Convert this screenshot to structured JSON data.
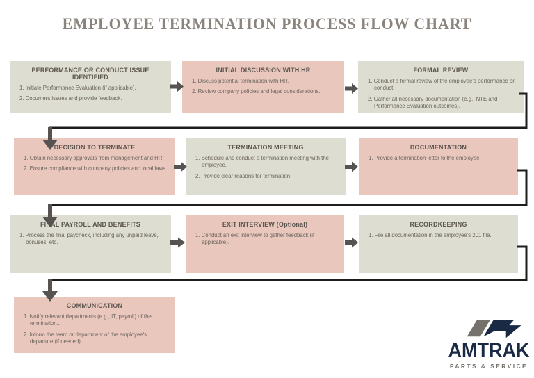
{
  "title": "EMPLOYEE TERMINATION PROCESS FLOW CHART",
  "flow": {
    "boxes": [
      {
        "id": "performance-issue",
        "variant": "beige",
        "title": "PERFORMANCE OR CONDUCT ISSUE IDENTIFIED",
        "items": [
          "1. Initiate Performance Evaluation (if applicable).",
          "2. Document issues and provide feedback."
        ]
      },
      {
        "id": "initial-discussion",
        "variant": "pink",
        "title": "INITIAL DISCUSSION WITH HR",
        "items": [
          "1. Discuss potential termination with HR.",
          "2. Review company policies and legal considerations."
        ]
      },
      {
        "id": "formal-review",
        "variant": "beige",
        "title": "FORMAL REVIEW",
        "items": [
          "1. Conduct a formal review of the employee's performance or conduct.",
          "2. Gather all necessary documentation (e.g., NTE and Performance Evaluation outcomes)."
        ]
      },
      {
        "id": "decision-to-terminate",
        "variant": "pink",
        "title": "DECISION TO TERMINATE",
        "items": [
          "1. Obtain necessary approvals from management and HR.",
          "2. Ensure compliance with company policies and local laws."
        ]
      },
      {
        "id": "termination-meeting",
        "variant": "beige",
        "title": "TERMINATION MEETING",
        "items": [
          "1. Schedule and conduct a termination meeting with the employee.",
          "2. Provide clear reasons for termination."
        ]
      },
      {
        "id": "documentation",
        "variant": "pink",
        "title": "DOCUMENTATION",
        "items": [
          "1. Provide a termination letter to the employee."
        ]
      },
      {
        "id": "final-payroll-and-benefits",
        "variant": "beige",
        "title": "FINAL PAYROLL AND BENEFITS",
        "items": [
          "1. Process the final paycheck, including any unpaid leave, bonuses, etc."
        ]
      },
      {
        "id": "exit-interview",
        "variant": "pink",
        "title": "EXIT INTERVIEW (Optional)",
        "items": [
          "1. Conduct an exit interview to gather feedback (if applicable)."
        ]
      },
      {
        "id": "recordkeeping",
        "variant": "beige",
        "title": "RECORDKEEPING",
        "items": [
          "1. File all documentation in the employee's 201 file."
        ]
      },
      {
        "id": "communication",
        "variant": "pink",
        "title": "COMMUNICATION",
        "items": [
          "1. Notify relevant departments (e.g., IT, payroll) of the termination..",
          "2. Inform the team or department of the employee's departure (if needed)."
        ]
      }
    ]
  },
  "logo": {
    "name": "AMTRAK",
    "tagline": "PARTS & SERVICE"
  },
  "colors": {
    "box_beige": "#deddd1",
    "box_pink": "#eac7bd",
    "title_text": "#8b847d",
    "heading_text": "#5c564f",
    "body_text": "#6b655e",
    "arrow_gray": "#565350",
    "connector_black": "#1d1d1b",
    "logo_navy": "#1b2a44",
    "logo_gray": "#75716b"
  }
}
